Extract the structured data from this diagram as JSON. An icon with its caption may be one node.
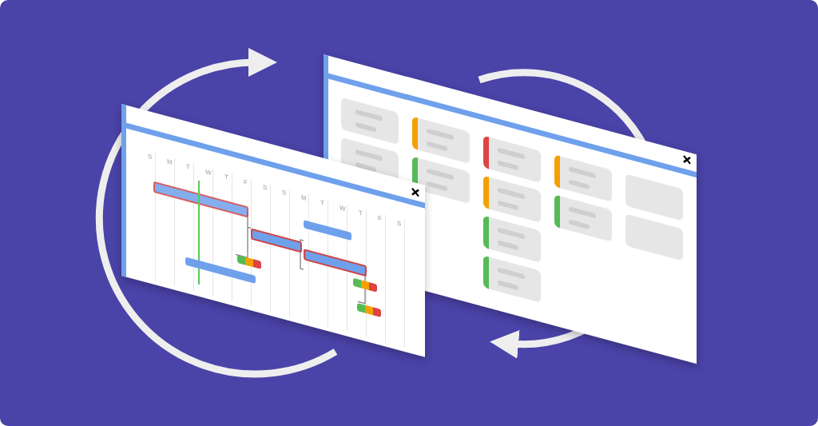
{
  "diagram": {
    "labels": [
      "S",
      "M",
      "T",
      "W",
      "T",
      "F",
      "S",
      "S",
      "M",
      "T",
      "W",
      "T",
      "F",
      "S"
    ]
  }
}
